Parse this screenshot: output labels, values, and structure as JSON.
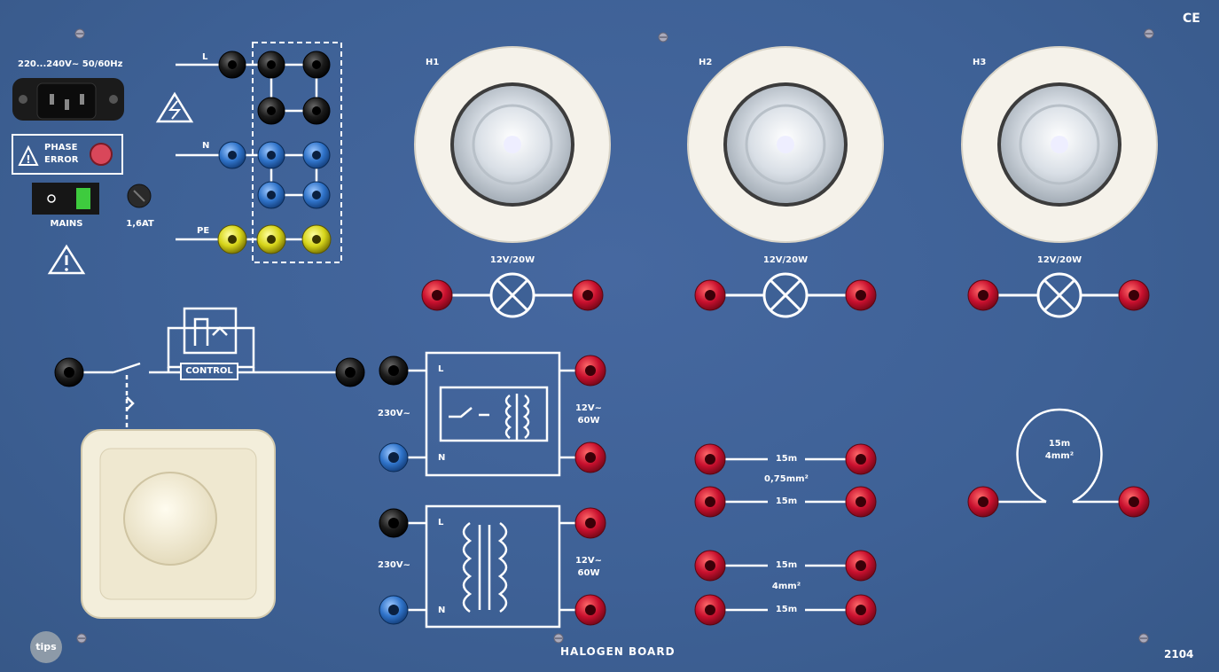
{
  "board": {
    "title": "HALOGEN BOARD",
    "model": "2104",
    "ce_mark": "CE",
    "brand": "tips",
    "colors": {
      "panel": "#3e6196",
      "line": "#ffffff",
      "socket_red": "#c8102e",
      "socket_black": "#151515",
      "socket_blue": "#2f73c9",
      "socket_yellow": "#d7d51a"
    }
  },
  "mains": {
    "voltage_label": "220...240V~ 50/60Hz",
    "phase_error_line1": "PHASE",
    "phase_error_line2": "ERROR",
    "switch_label": "MAINS",
    "fuse_label": "1,6AT",
    "terminal_l": "L",
    "terminal_n": "N",
    "terminal_pe": "PE",
    "icons": [
      "power-inlet-icon",
      "high-voltage-icon",
      "warning-icon",
      "fuse-holder-icon",
      "mains-switch-icon"
    ]
  },
  "lamps": [
    {
      "id": "H1",
      "rating": "12V/20W"
    },
    {
      "id": "H2",
      "rating": "12V/20W"
    },
    {
      "id": "H3",
      "rating": "12V/20W"
    }
  ],
  "dimmer": {
    "control_label": "CONTROL"
  },
  "transformers": [
    {
      "type": "electronic",
      "input_label": "230V~",
      "output_line1": "12V~",
      "output_line2": "60W",
      "l": "L",
      "n": "N"
    },
    {
      "type": "toroidal",
      "input_label": "230V~",
      "output_line1": "12V~",
      "output_line2": "60W",
      "l": "L",
      "n": "N"
    }
  ],
  "cables": {
    "length": "15m",
    "section_a": "0,75mm²",
    "section_b": "4mm²",
    "coil_length": "15m",
    "coil_section": "4mm²"
  }
}
